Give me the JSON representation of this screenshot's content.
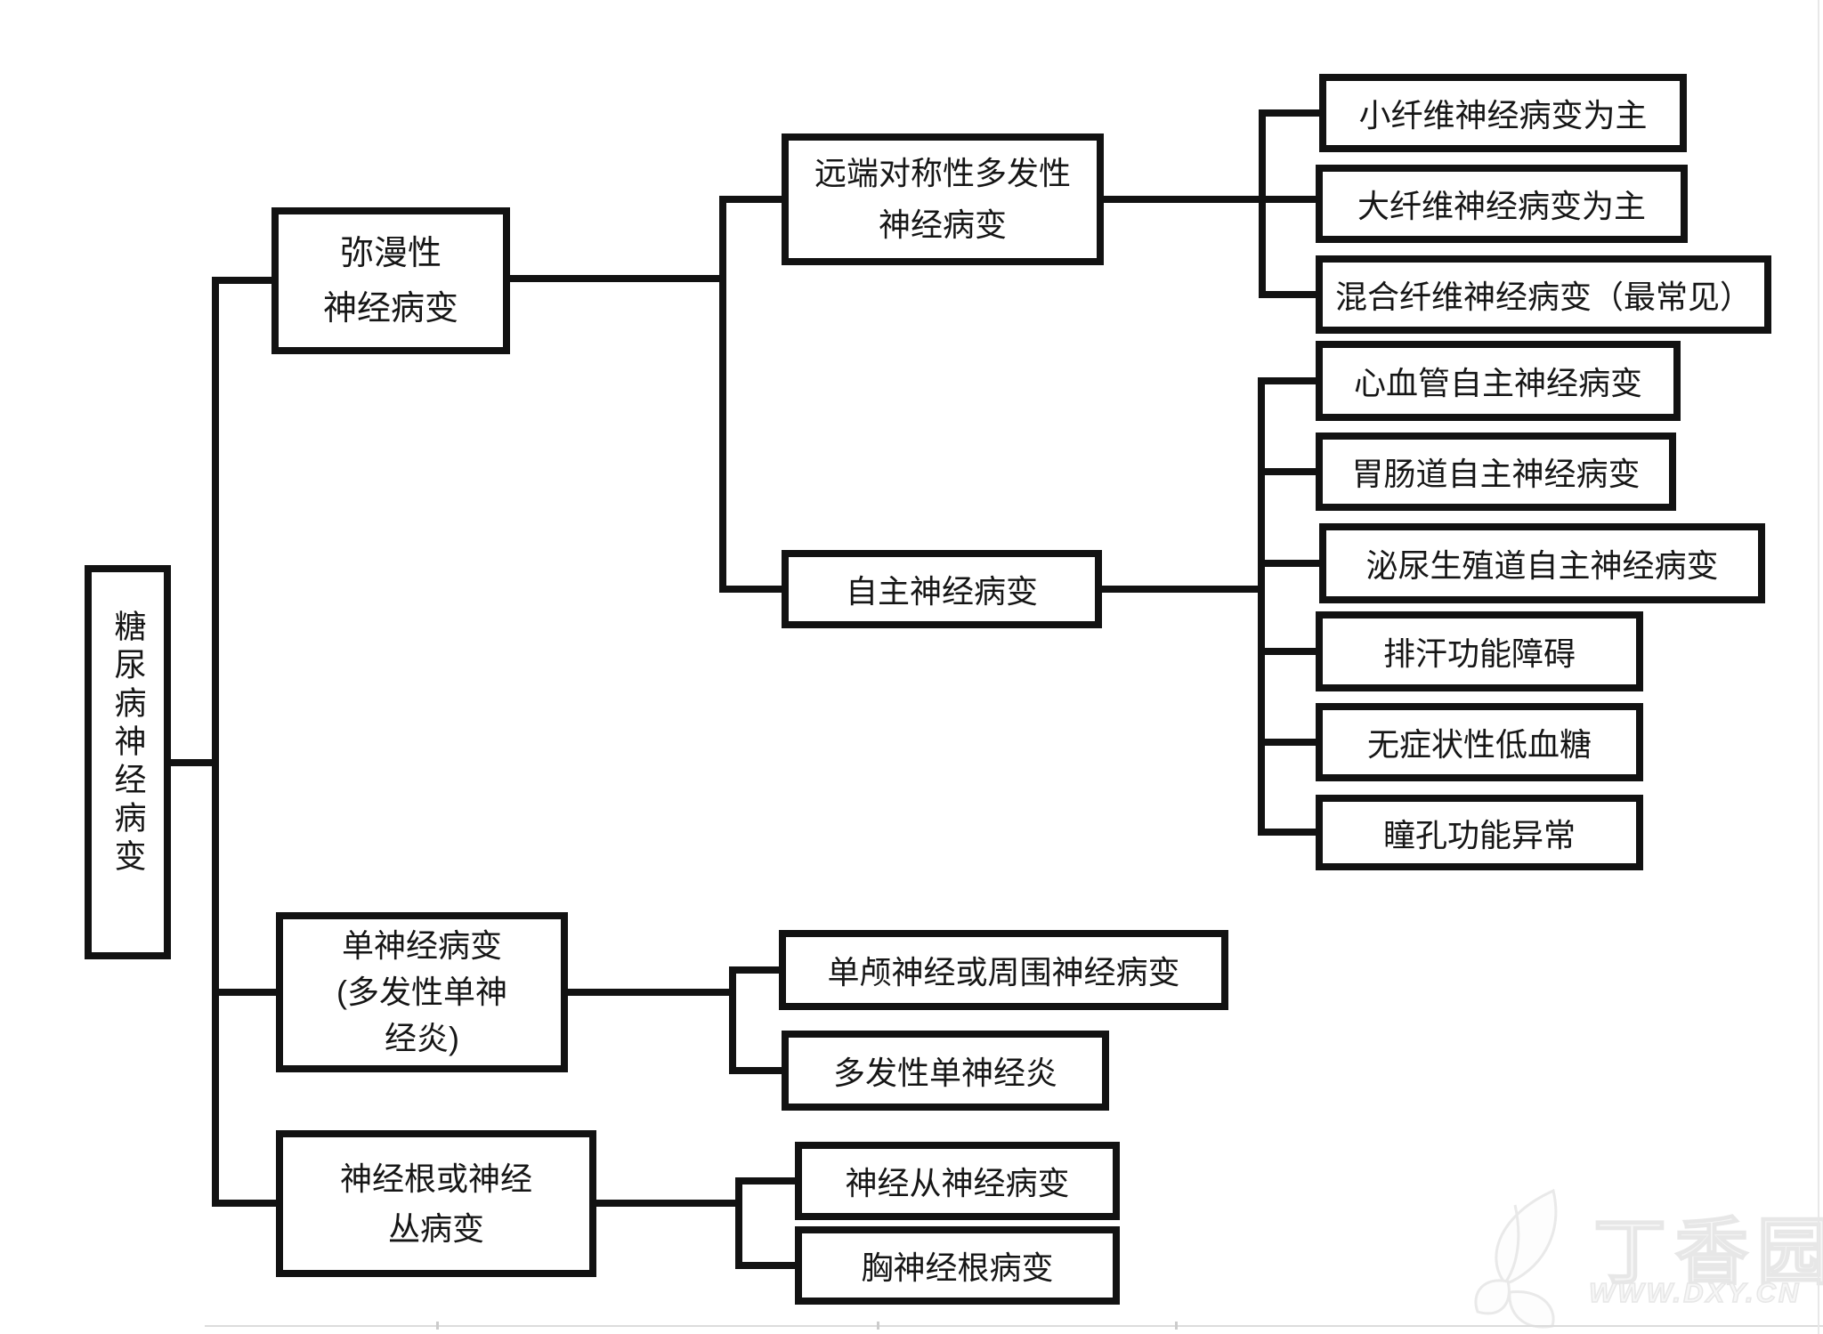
{
  "diagram": {
    "nodes": [
      {
        "id": "root",
        "lines": [
          "糖尿病神经病变"
        ]
      },
      {
        "id": "diffuse-neuropathy",
        "lines": [
          "弥漫性",
          "神经病变"
        ]
      },
      {
        "id": "distal-symmetric",
        "lines": [
          "远端对称性多发性",
          "神经病变"
        ]
      },
      {
        "id": "small-fiber",
        "lines": [
          "小纤维神经病变为主"
        ]
      },
      {
        "id": "large-fiber",
        "lines": [
          "大纤维神经病变为主"
        ]
      },
      {
        "id": "mixed-fiber",
        "lines": [
          "混合纤维神经病变（最常见）"
        ]
      },
      {
        "id": "autonomic",
        "lines": [
          "自主神经病变"
        ]
      },
      {
        "id": "cardiovascular-autonomic",
        "lines": [
          "心血管自主神经病变"
        ]
      },
      {
        "id": "gastrointestinal-autonomic",
        "lines": [
          "胃肠道自主神经病变"
        ]
      },
      {
        "id": "urogenital-autonomic",
        "lines": [
          "泌尿生殖道自主神经病变"
        ]
      },
      {
        "id": "sweating-dysfunction",
        "lines": [
          "排汗功能障碍"
        ]
      },
      {
        "id": "asymptomatic-hypoglycemia",
        "lines": [
          "无症状性低血糖"
        ]
      },
      {
        "id": "pupil-dysfunction",
        "lines": [
          "瞳孔功能异常"
        ]
      },
      {
        "id": "mononeuropathy",
        "lines": [
          "单神经病变",
          "(多发性单神",
          "经炎)"
        ]
      },
      {
        "id": "cranial-or-peripheral",
        "lines": [
          "单颅神经或周围神经病变"
        ]
      },
      {
        "id": "multiple-mononeuritis",
        "lines": [
          "多发性单神经炎"
        ]
      },
      {
        "id": "radiculoplexopathy",
        "lines": [
          "神经根或神经",
          "丛病变"
        ]
      },
      {
        "id": "plexus-neuropathy",
        "lines": [
          "神经从神经病变"
        ]
      },
      {
        "id": "thoracic-radiculopathy",
        "lines": [
          "胸神经根病变"
        ]
      }
    ],
    "colors": {
      "line": "#121212",
      "text": "#161616",
      "background": "#ffffff",
      "watermark": "#efefef"
    }
  },
  "watermark": {
    "brand": "丁香园",
    "url": "WWW.DXY.CN"
  }
}
